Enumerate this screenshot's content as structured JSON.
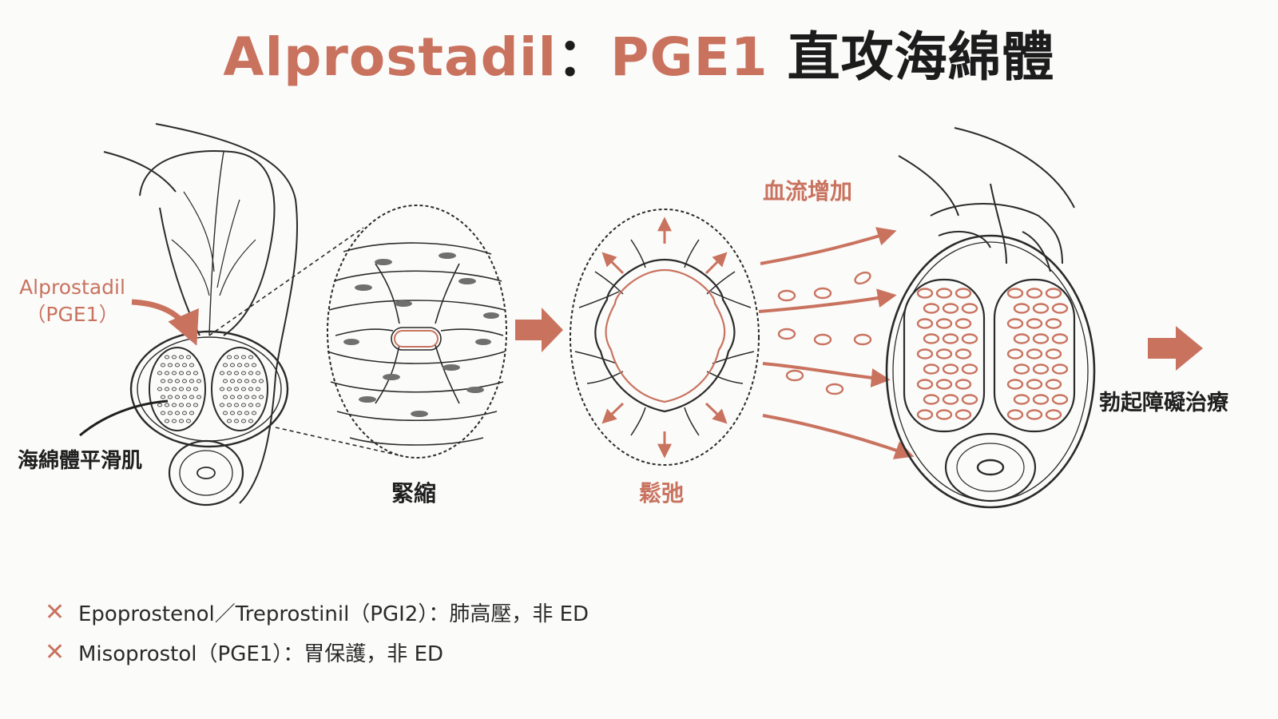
{
  "title": {
    "part1": "Alprostadil",
    "colon": "：",
    "part2": "PGE1",
    "part3": "直攻海綿體"
  },
  "labels": {
    "drug_line1": "Alprostadil",
    "drug_line2": "（PGE1）",
    "smooth_muscle": "海綿體平滑肌",
    "contract": "緊縮",
    "relax": "鬆弛",
    "blood_flow": "血流增加",
    "result": "勃起障礙治療"
  },
  "notes": [
    {
      "icon": "cross-icon",
      "symbol": "✕",
      "text": "Epoprostenol／Treprostinil（PGI2）：肺高壓，非 ED"
    },
    {
      "icon": "cross-icon",
      "symbol": "✕",
      "text": "Misoprostol（PGE1）：胃保護，非 ED"
    }
  ],
  "colors": {
    "accent": "#c9735f",
    "ink": "#1f1f1f",
    "line": "#2b2b2b",
    "background": "#fbfbfa"
  }
}
